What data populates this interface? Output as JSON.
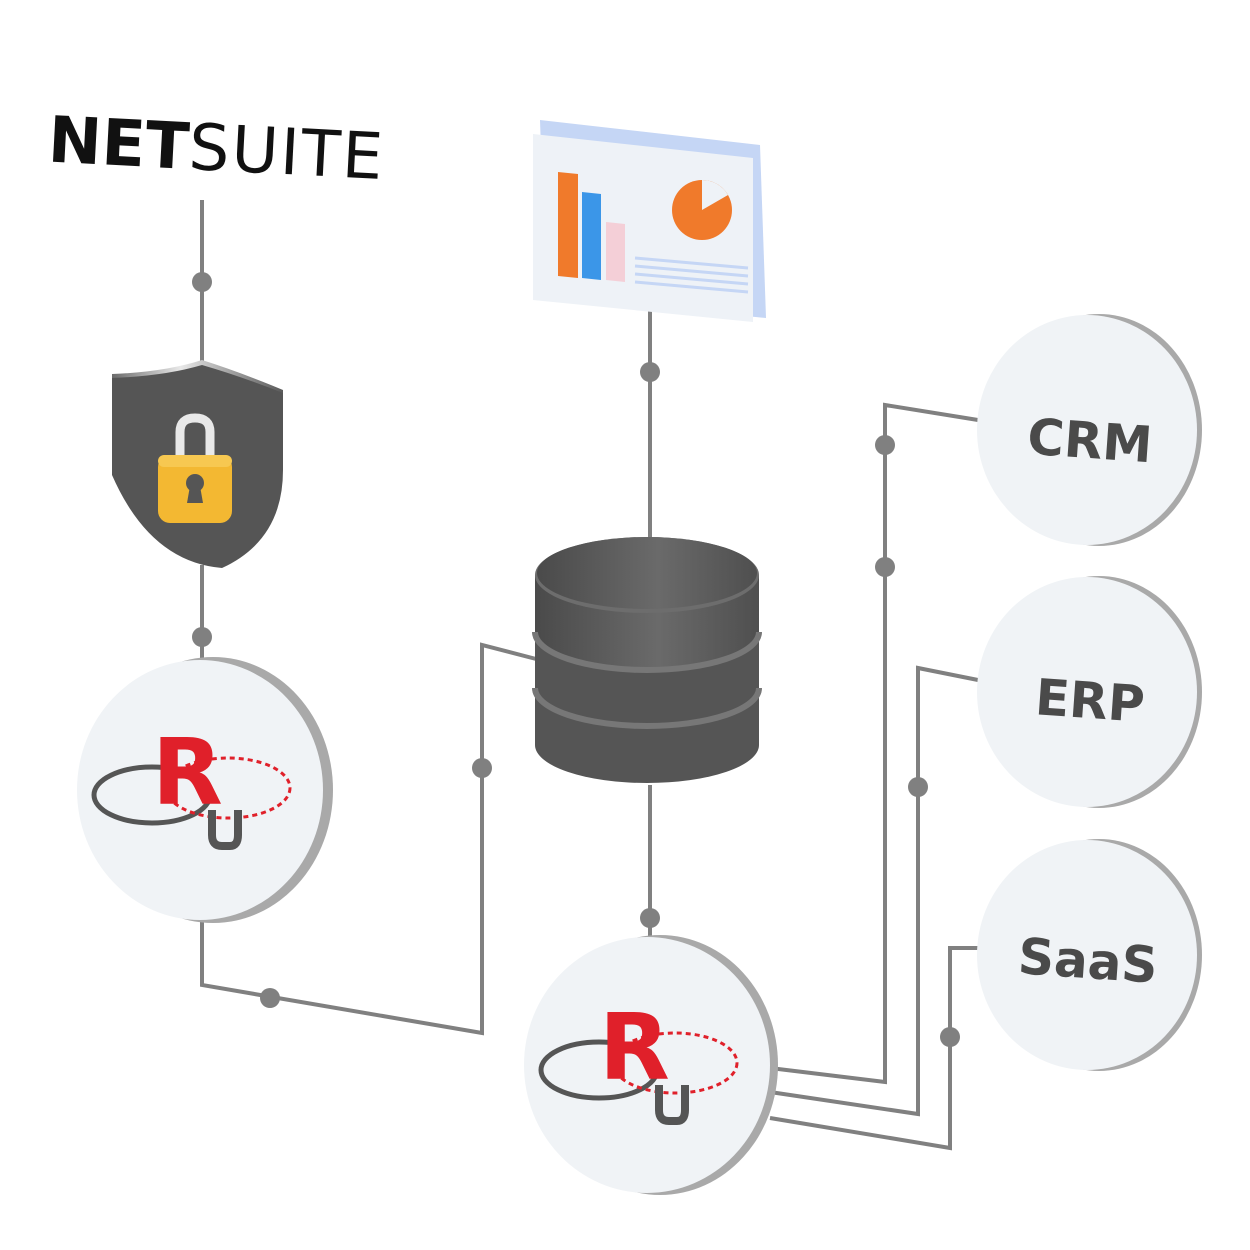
{
  "logo": {
    "bold": "NET",
    "regular": "SUITE"
  },
  "nodes": {
    "crm": "CRM",
    "erp": "ERP",
    "saas": "SaaS"
  },
  "colors": {
    "line": "#808080",
    "disc_face": "#f0f3f6",
    "disc_edge": "#a9a9a9",
    "shield": "#555555",
    "lock": "#f3b832",
    "database": "#5a5a5a",
    "rj_red": "#e0202a",
    "rj_gray": "#555555",
    "chart_orange": "#f07a2b",
    "chart_blue": "#3b96e8",
    "chart_pink": "#f4cfd7",
    "panel_frame": "#c5d6f5"
  },
  "icons": [
    "netsuite-logo",
    "shield-lock-icon",
    "report-dashboard-icon",
    "database-icon",
    "rjdbc-logo"
  ]
}
